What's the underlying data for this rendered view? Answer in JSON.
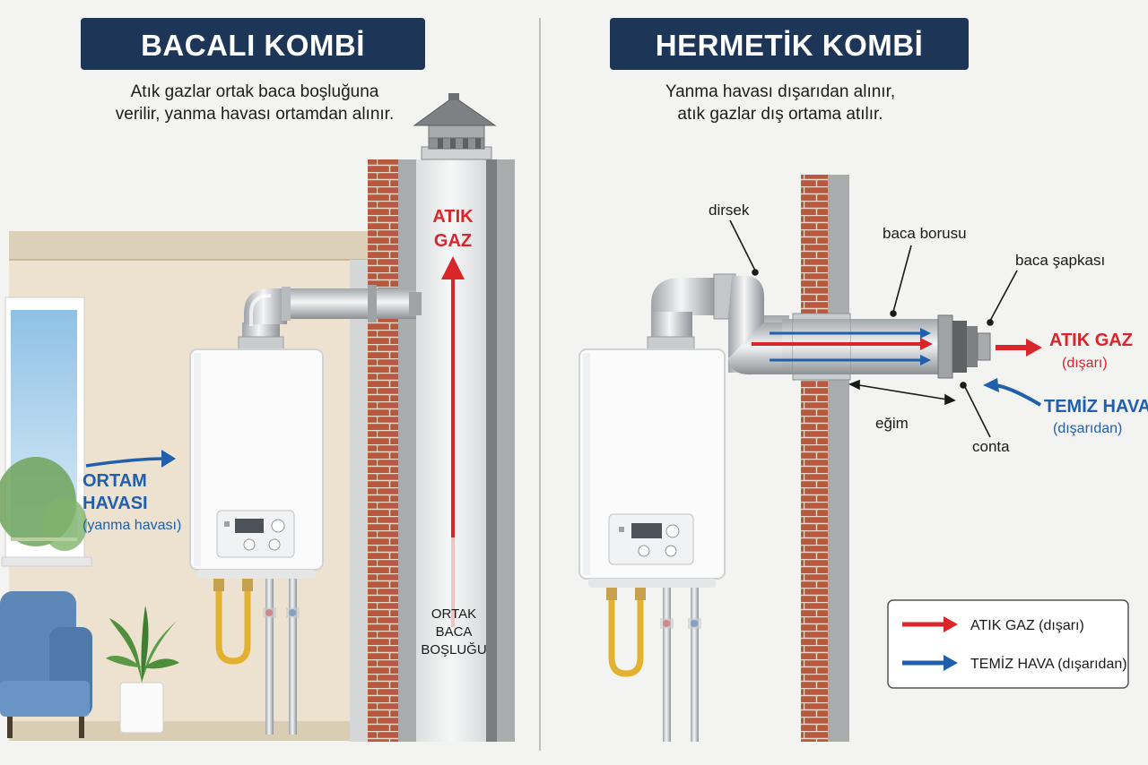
{
  "left": {
    "title": "BACALI KOMBİ",
    "subtitle_line1": "Atık gazlar ortak baca boşluğuna",
    "subtitle_line2": "verilir, yanma havası ortamdan alınır.",
    "exhaust_label_line1": "ATIK",
    "exhaust_label_line2": "GAZ",
    "room_air_line1": "ORTAM",
    "room_air_line2": "HAVASI",
    "room_air_note": "(yanma havası)",
    "shaft_label_line1": "ORTAK",
    "shaft_label_line2": "BACA",
    "shaft_label_line3": "BOŞLUĞU"
  },
  "right": {
    "title": "HERMETİK KOMBİ",
    "subtitle_line1": "Yanma havası dışarıdan alınır,",
    "subtitle_line2": "atık gazlar dış ortama atılır.",
    "callouts": {
      "elbow": "dirsek",
      "flue_pipe": "baca borusu",
      "flue_cap": "baca şapkası",
      "slope": "eğim",
      "gasket": "conta"
    },
    "exhaust_label": "ATIK GAZ",
    "exhaust_note": "(dışarı)",
    "fresh_air_label": "TEMİZ HAVA",
    "fresh_air_note": "(dışarıdan)",
    "legend": [
      {
        "label": "ATIK GAZ (dışarı)",
        "color": "#d8262a"
      },
      {
        "label": "TEMİZ HAVA (dışarıdan)",
        "color": "#1f5fae"
      }
    ]
  },
  "colors": {
    "title_bg": "#1d3557",
    "exhaust": "#d8262a",
    "fresh_air": "#1f5fae",
    "brick": "#b5533d",
    "wall": "#e9dfcc"
  }
}
